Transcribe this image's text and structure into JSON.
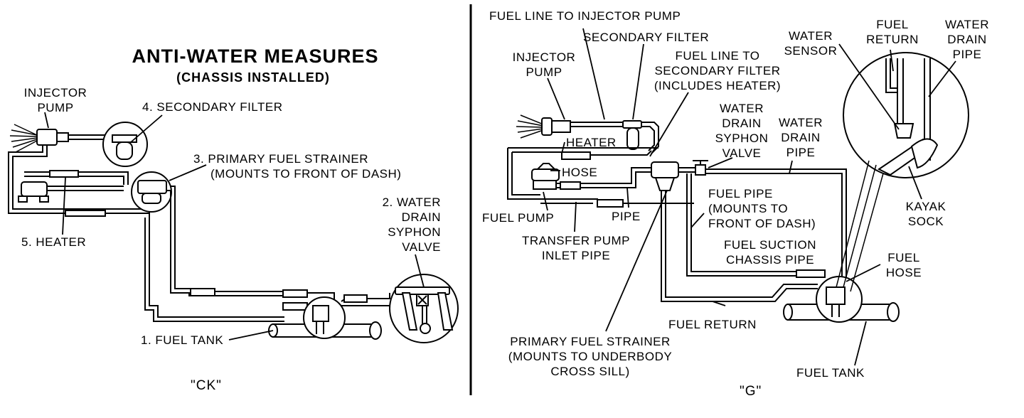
{
  "ck": {
    "title": "ANTI-WATER MEASURES",
    "subtitle": "(CHASSIS INSTALLED)",
    "injector_pump": [
      "INJECTOR",
      "PUMP"
    ],
    "secondary_filter": "4. SECONDARY FILTER",
    "primary_strainer": [
      "3. PRIMARY FUEL STRAINER",
      "(MOUNTS TO FRONT OF DASH)"
    ],
    "water_drain_valve": [
      "2. WATER",
      "DRAIN",
      "SYPHON",
      "VALVE"
    ],
    "heater": "5. HEATER",
    "fuel_tank": "1. FUEL TANK",
    "caption": "\"CK\""
  },
  "g": {
    "fuel_line_injector": "FUEL LINE TO INJECTOR PUMP",
    "secondary_filter": "SECONDARY FILTER",
    "injector_pump": [
      "INJECTOR",
      "PUMP"
    ],
    "fuel_line_secondary": [
      "FUEL LINE TO",
      "SECONDARY FILTER",
      "(INCLUDES HEATER)"
    ],
    "heater": "HEATER",
    "hose": "HOSE",
    "water_drain_valve": [
      "WATER",
      "DRAIN",
      "SYPHON",
      "VALVE"
    ],
    "water_drain_pipe": [
      "WATER",
      "DRAIN",
      "PIPE"
    ],
    "fuel_pump": "FUEL PUMP",
    "pipe": "PIPE",
    "transfer_pump": [
      "TRANSFER PUMP",
      "INLET PIPE"
    ],
    "fuel_pipe": [
      "FUEL PIPE",
      "(MOUNTS TO",
      "FRONT OF DASH)"
    ],
    "fuel_suction": [
      "FUEL SUCTION",
      "CHASSIS PIPE"
    ],
    "fuel_hose": [
      "FUEL",
      "HOSE"
    ],
    "fuel_return": "FUEL RETURN",
    "primary_strainer": [
      "PRIMARY FUEL STRAINER",
      "(MOUNTS TO UNDERBODY",
      "CROSS SILL)"
    ],
    "fuel_tank": "FUEL TANK",
    "water_sensor": [
      "WATER",
      "SENSOR"
    ],
    "fuel_return_top": [
      "FUEL",
      "RETURN"
    ],
    "water_drain_pipe_top": [
      "WATER",
      "DRAIN",
      "PIPE"
    ],
    "kayak_sock": [
      "KAYAK",
      "SOCK"
    ],
    "caption": "\"G\""
  }
}
